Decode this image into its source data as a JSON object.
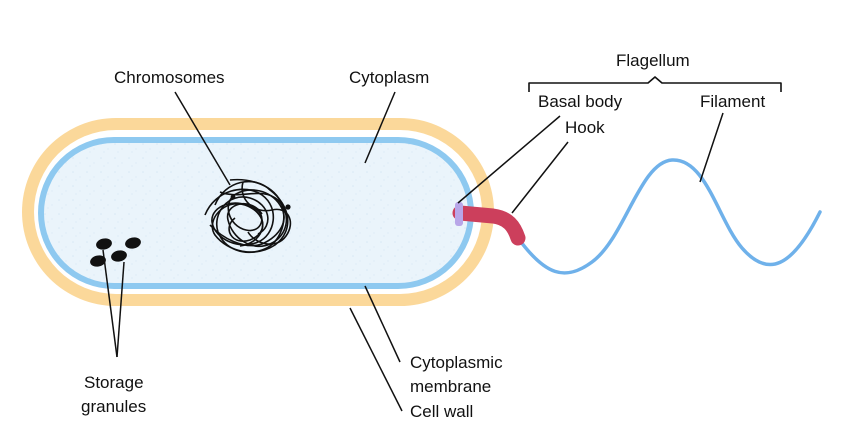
{
  "labels": {
    "chromosomes": "Chromosomes",
    "cytoplasm": "Cytoplasm",
    "flagellum": "Flagellum",
    "basal_body": "Basal body",
    "hook": "Hook",
    "filament": "Filament",
    "storage_line1": "Storage",
    "storage_line2": "granules",
    "cyto_membrane_line1": "Cytoplasmic",
    "cyto_membrane_line2": "membrane",
    "cell_wall": "Cell wall"
  },
  "colors": {
    "cell_wall": "#fbd89a",
    "membrane": "#8ec9f0",
    "cytoplasm": "#e9f3fa",
    "basal_body": "#b8a6e8",
    "hook": "#cc3f5c",
    "filament": "#6fb1ea",
    "granule": "#111111",
    "leader": "#111111"
  }
}
